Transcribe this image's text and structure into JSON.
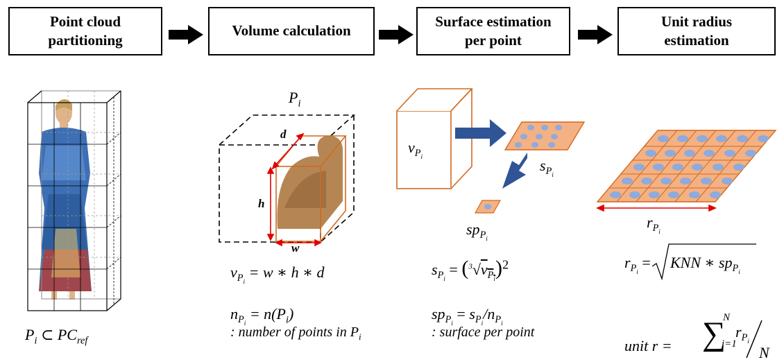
{
  "steps": [
    {
      "label": "Point cloud\npartitioning"
    },
    {
      "label": "Volume calculation"
    },
    {
      "label": "Surface estimation\nper point"
    },
    {
      "label": "Unit radius\nestimation"
    }
  ],
  "cube_labels": {
    "p": "P",
    "p_sub": "i",
    "d": "d",
    "h": "h",
    "w": "w"
  },
  "surface_labels": {
    "v": "v",
    "s": "s",
    "sp": "sp"
  },
  "radius_label": {
    "r": "r"
  },
  "formulas": {
    "subset_lhs": "P",
    "subset_sub": "i",
    "subset_op": " ⊂ PC",
    "subset_ref": "ref",
    "volume_rhs": " = w ∗ h ∗ d",
    "count_rhs": " = n(P",
    "count_close": ")",
    "count_note": ": number of points in P",
    "surface_note": ": surface per point",
    "knn": "KNN ∗ sp",
    "unit_prefix": "unit r = ",
    "sum_top": "N",
    "sum_bottom": "i=1",
    "divisor": "N"
  },
  "colors": {
    "arrow": "#000000",
    "orange_edge": "#d2691e",
    "orange_fill": "#f4b183",
    "dot_fill": "#8faadc",
    "blue_arrow": "#2f5597",
    "red_dim": "#e00000"
  }
}
